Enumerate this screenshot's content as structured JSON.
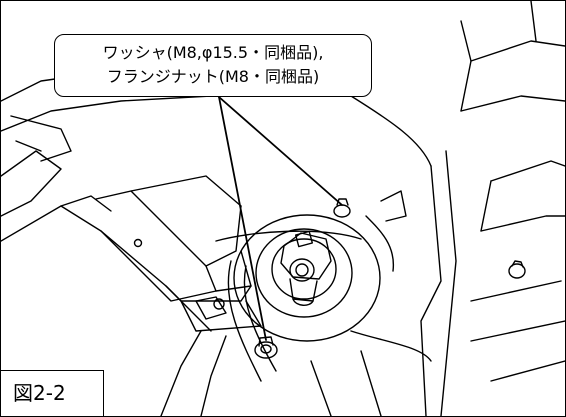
{
  "callout": {
    "line1": "ワッシャ(M8,φ15.5・同梱品),",
    "line2": "フランジナット(M8・同梱品)"
  },
  "figure": {
    "label": "図2-2"
  },
  "colors": {
    "line": "#000000",
    "background": "#ffffff"
  }
}
